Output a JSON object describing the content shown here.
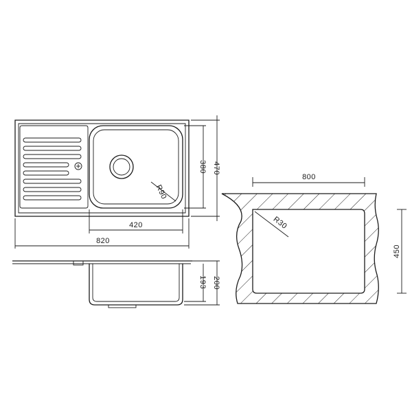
{
  "top_view": {
    "dim_width_bowl": "420",
    "dim_width_total": "820",
    "dim_height_bowl": "380",
    "dim_height_total": "470",
    "radius_bowl": "R90"
  },
  "side_view": {
    "dim_depth_inner": "193",
    "dim_depth_outer": "200"
  },
  "cutout_view": {
    "dim_width": "800",
    "dim_height": "450",
    "radius": "R30"
  }
}
